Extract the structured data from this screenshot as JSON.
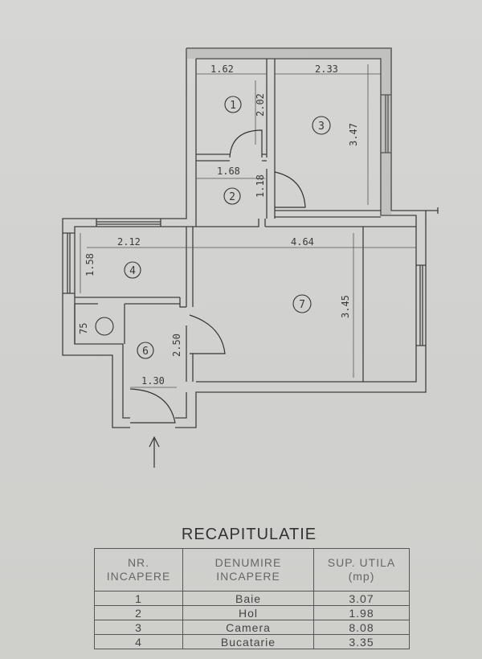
{
  "plan": {
    "dimensions": {
      "d_162": "1.62",
      "d_233": "2.33",
      "d_202": "2.02",
      "d_347": "3.47",
      "d_168": "1.68",
      "d_118": "1.18",
      "d_212": "2.12",
      "d_464": "4.64",
      "d_158": "1.58",
      "d_345": "3.45",
      "d_75": "75",
      "d_250": "2.50",
      "d_130": "1.30"
    },
    "room_numbers": [
      "1",
      "2",
      "3",
      "4",
      "6",
      "7"
    ]
  },
  "recap": {
    "title": "RECAPITULATIE",
    "headers": {
      "nr": [
        "NR.",
        "INCAPERE"
      ],
      "denumire": [
        "DENUMIRE",
        "INCAPERE"
      ],
      "sup": [
        "SUP. UTILA",
        "(mp)"
      ]
    },
    "rows": [
      {
        "nr": "1",
        "name": "Baie",
        "area": "3.07"
      },
      {
        "nr": "2",
        "name": "Hol",
        "area": "1.98"
      },
      {
        "nr": "3",
        "name": "Camera",
        "area": "8.08"
      },
      {
        "nr": "4",
        "name": "Bucatarie",
        "area": "3.35"
      }
    ]
  }
}
